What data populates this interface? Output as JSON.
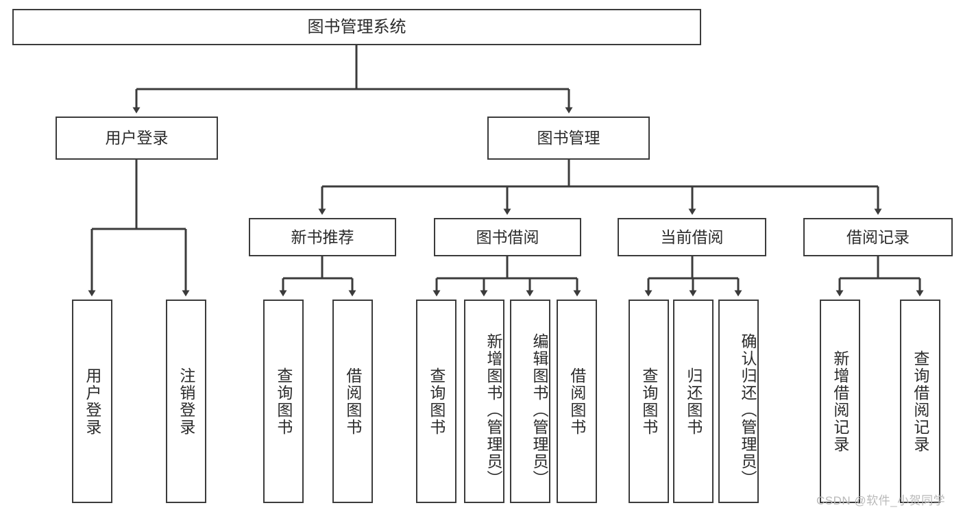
{
  "diagram": {
    "title": "图书管理系统",
    "type": "hierarchy-tree",
    "watermark": "CSDN @软件_小贺同学",
    "colors": {
      "box_border": "#3b3b3b",
      "box_fill": "#ffffff",
      "connector": "#3b3b3b",
      "text": "#2b2b2b",
      "watermark": "#b9b9b9",
      "background": "#ffffff"
    },
    "nodes": {
      "root": {
        "label": "图书管理系统"
      },
      "level2": [
        {
          "id": "user-login",
          "label": "用户登录"
        },
        {
          "id": "book-manage",
          "label": "图书管理"
        }
      ],
      "level3": [
        {
          "id": "new-book-rec",
          "label": "新书推荐"
        },
        {
          "id": "book-borrow",
          "label": "图书借阅"
        },
        {
          "id": "current-borrow",
          "label": "当前借阅"
        },
        {
          "id": "borrow-record",
          "label": "借阅记录"
        }
      ],
      "leaves": {
        "user-login": [
          {
            "id": "leaf-user-login",
            "label": "用户登录"
          },
          {
            "id": "leaf-logout",
            "label": "注销登录"
          }
        ],
        "new-book-rec": [
          {
            "id": "leaf-query-book-1",
            "label": "查询图书"
          },
          {
            "id": "leaf-borrow-book-1",
            "label": "借阅图书"
          }
        ],
        "book-borrow": [
          {
            "id": "leaf-query-book-2",
            "label": "查询图书"
          },
          {
            "id": "leaf-add-book",
            "label": "新增图书（管理员）"
          },
          {
            "id": "leaf-edit-book",
            "label": "编辑图书（管理员）"
          },
          {
            "id": "leaf-borrow-book-2",
            "label": "借阅图书"
          }
        ],
        "current-borrow": [
          {
            "id": "leaf-query-book-3",
            "label": "查询图书"
          },
          {
            "id": "leaf-return-book",
            "label": "归还图书"
          },
          {
            "id": "leaf-confirm-return",
            "label": "确认归还（管理员）"
          }
        ],
        "borrow-record": [
          {
            "id": "leaf-add-record",
            "label": "新增借阅记录"
          },
          {
            "id": "leaf-query-record",
            "label": "查询借阅记录"
          }
        ]
      }
    }
  }
}
